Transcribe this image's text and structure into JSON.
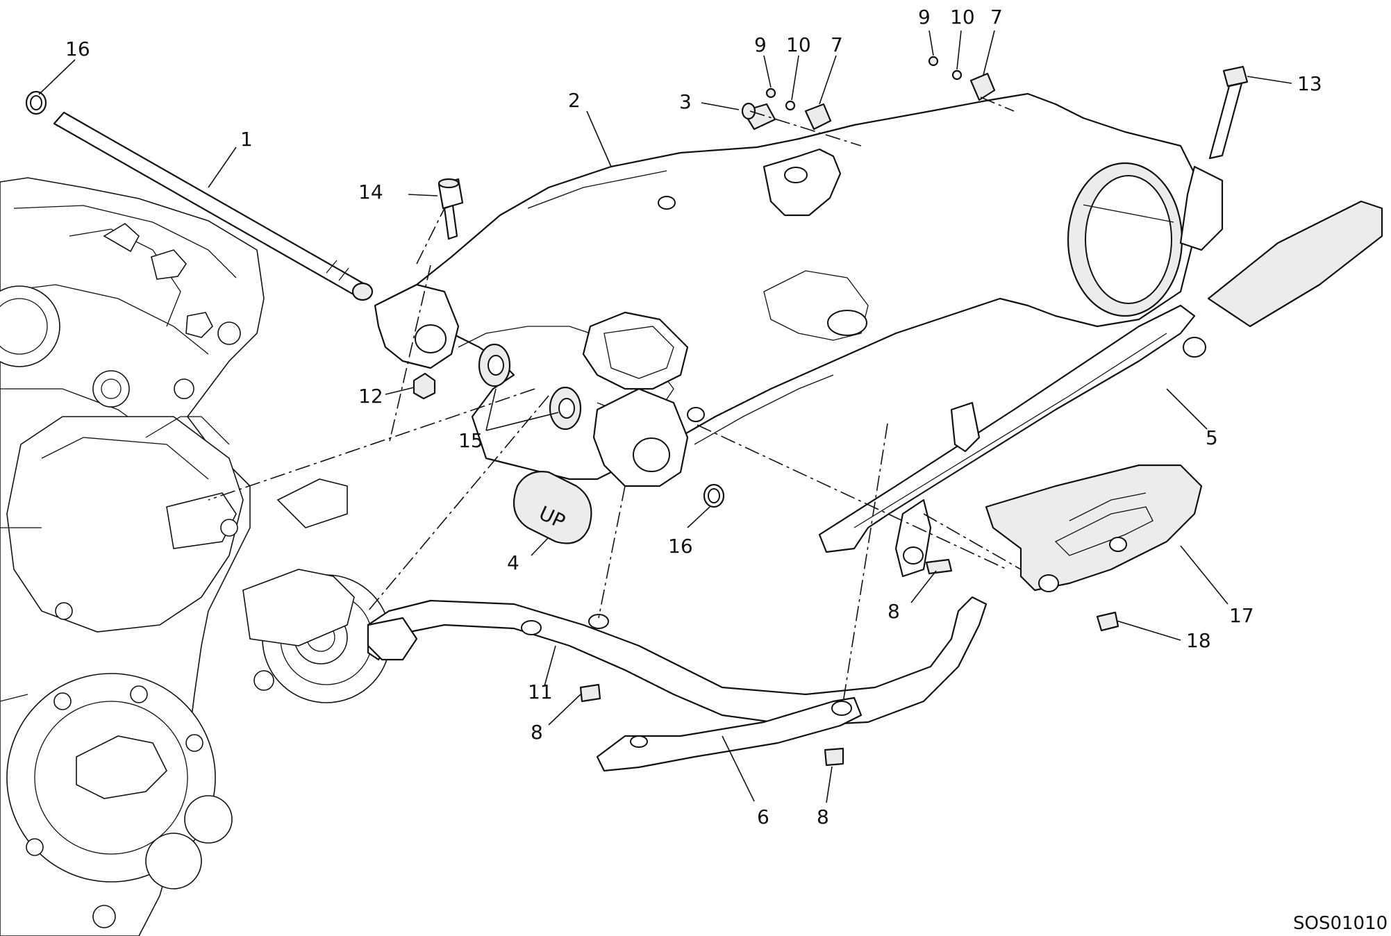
{
  "diagram": {
    "code": "SOS01010",
    "labels": {
      "l1": "1",
      "l2": "2",
      "l3": "3",
      "l4": "4",
      "l5": "5",
      "l6": "6",
      "l7a": "7",
      "l7b": "7",
      "l8a": "8",
      "l8b": "8",
      "l8c": "8",
      "l9a": "9",
      "l9b": "9",
      "l10a": "10",
      "l10b": "10",
      "l11": "11",
      "l12": "12",
      "l13": "13",
      "l14": "14",
      "l15": "15",
      "l16a": "16",
      "l16b": "16",
      "l17": "17",
      "l18": "18"
    },
    "plate_text": "UP"
  }
}
